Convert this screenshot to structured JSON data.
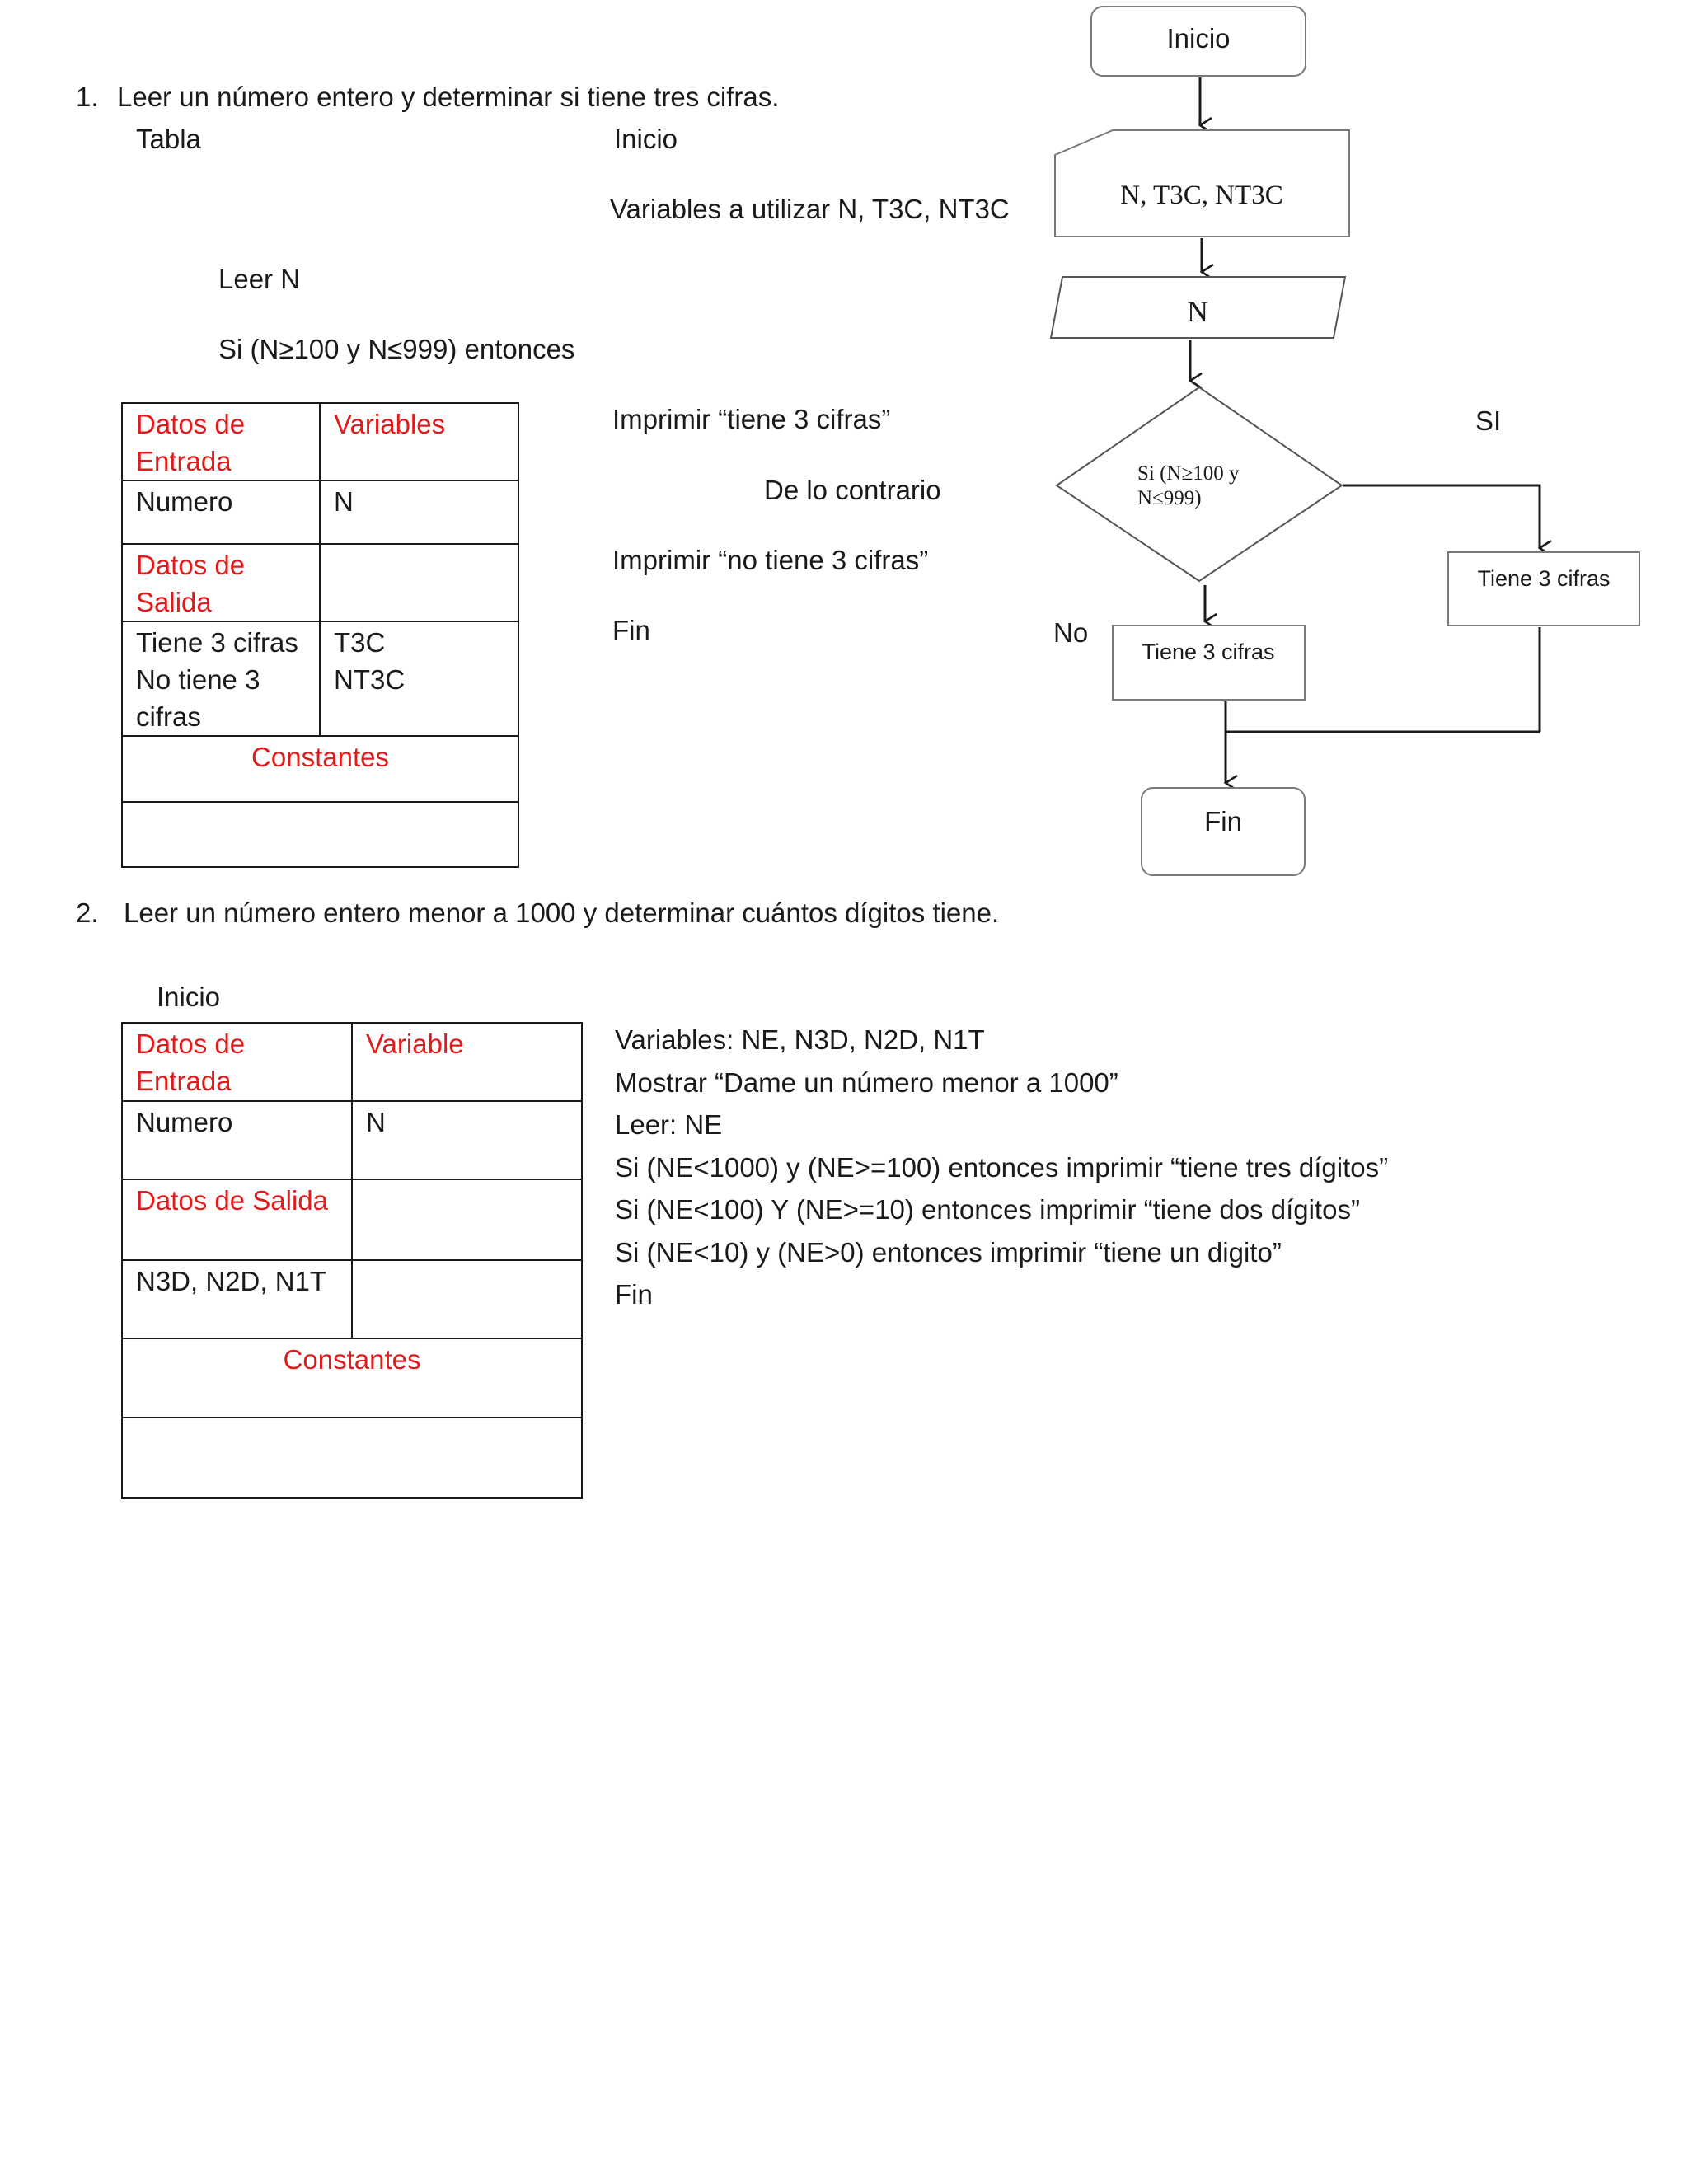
{
  "section1": {
    "number": "1.",
    "heading": "Leer un número entero y determinar si tiene tres cifras.",
    "tabla_label": "Tabla",
    "pseudo": {
      "inicio": "Inicio",
      "variables": "Variables a utilizar N, T3C, NT3C",
      "leer": "Leer N",
      "si": "Si (N≥100 y N≤999) entonces",
      "imprimir1": "Imprimir “tiene 3 cifras”",
      "contrario": "De lo contrario",
      "imprimir2": "Imprimir “no tiene 3 cifras”",
      "fin": "Fin"
    },
    "table": {
      "datos_entrada": [
        "Datos de",
        "Entrada"
      ],
      "variables": "Variables",
      "numero": "Numero",
      "n": "N",
      "datos_salida": [
        "Datos de",
        "Salida"
      ],
      "salida_left": [
        "Tiene 3 cifras",
        "No tiene 3",
        "cifras"
      ],
      "salida_right": [
        "T3C",
        "NT3C"
      ],
      "constantes": "Constantes"
    }
  },
  "flowchart": {
    "inicio": "Inicio",
    "variables": "N, T3C, NT3C",
    "input": "N",
    "decision": [
      "Si (N≥100 y",
      "N≤999)"
    ],
    "si": "SI",
    "no": "No",
    "yes_box": "Tiene 3 cifras",
    "no_box": "Tiene 3 cifras",
    "fin": "Fin"
  },
  "section2": {
    "number": "2.",
    "heading": "Leer un número entero menor a 1000 y determinar cuántos dígitos tiene.",
    "inicio": "Inicio",
    "table": {
      "datos_entrada": [
        "Datos de",
        "Entrada"
      ],
      "variable": "Variable",
      "numero": "Numero",
      "n": "N",
      "datos_salida": "Datos de Salida",
      "salida_vars": "N3D, N2D, N1T",
      "constantes": "Constantes"
    },
    "pseudo": [
      "Variables: NE, N3D, N2D, N1T",
      "Mostrar “Dame un número menor a 1000”",
      "Leer: NE",
      "Si (NE<1000) y (NE>=100) entonces imprimir “tiene tres dígitos”",
      "Si (NE<100) Y (NE>=10) entonces imprimir “tiene dos dígitos”",
      "Si (NE<10) y (NE>0) entonces imprimir “tiene un digito”",
      "Fin"
    ]
  }
}
